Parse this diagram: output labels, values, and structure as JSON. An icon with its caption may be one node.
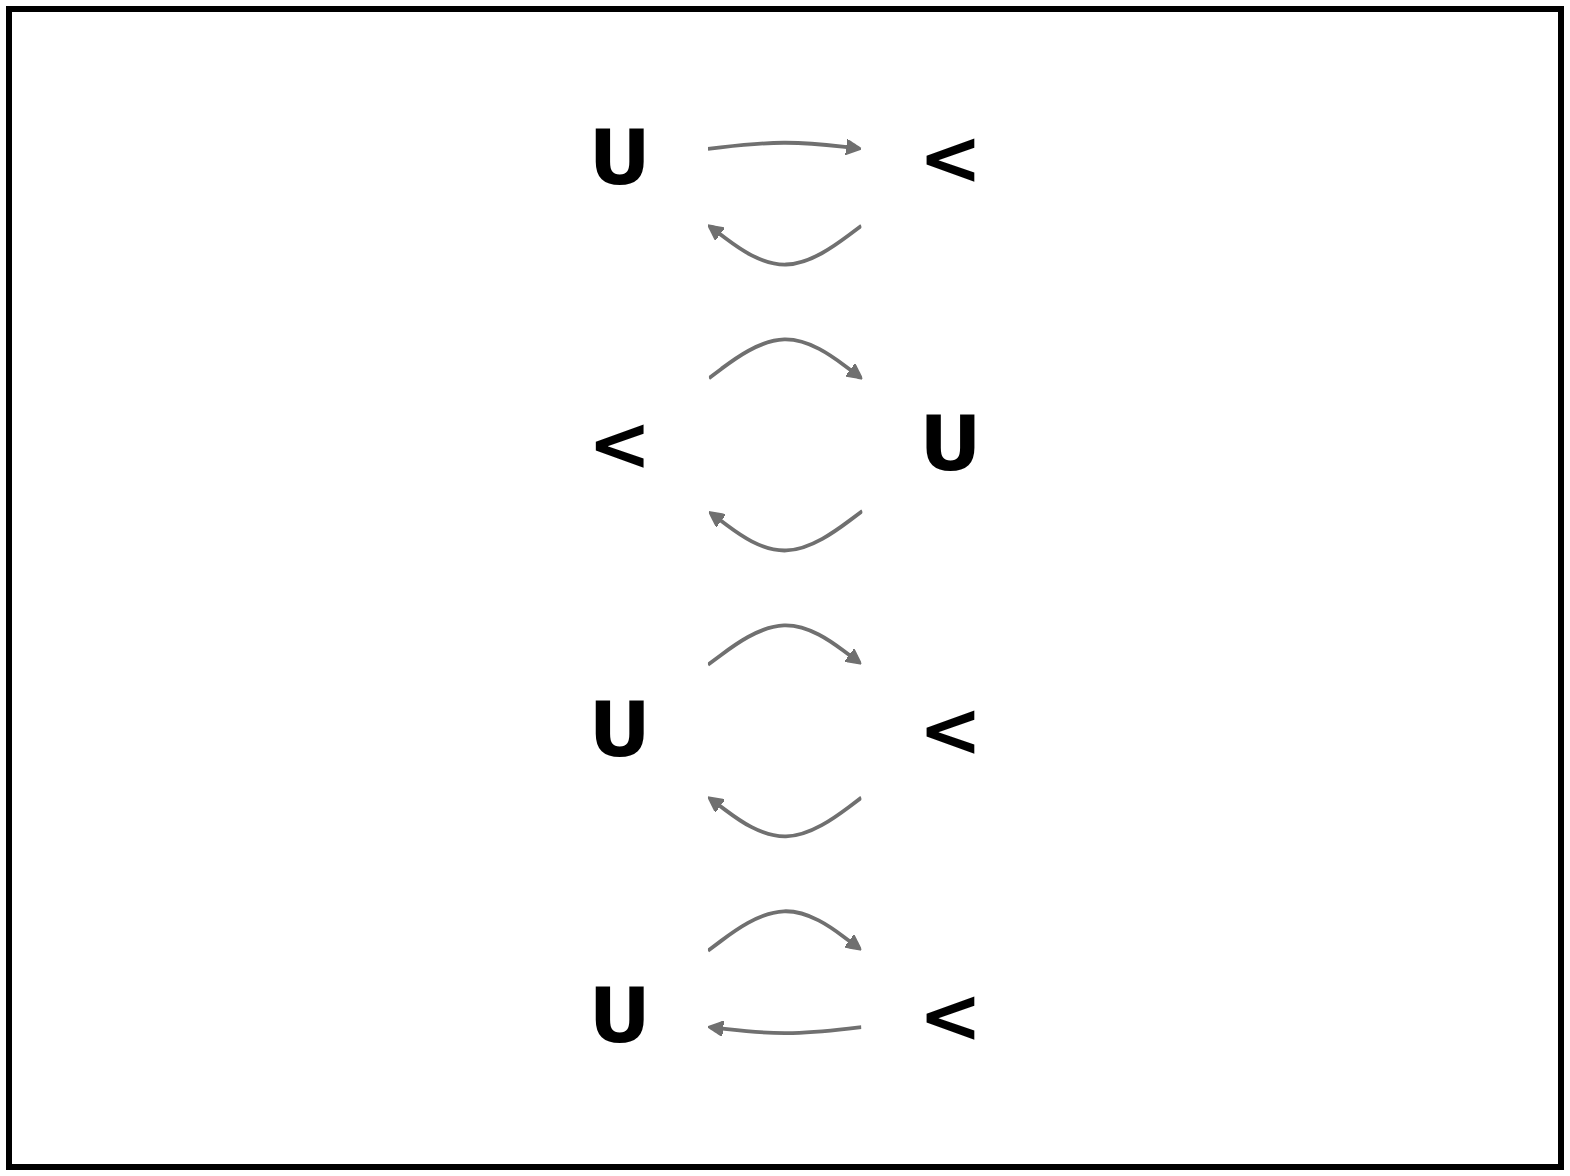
{
  "diagram": {
    "nodes": [
      {
        "text": [
          "U"
        ]
      },
      {
        "text": [
          "<"
        ]
      },
      {
        "text": [
          "<"
        ]
      },
      {
        "text": [
          "U"
        ]
      },
      {
        "text": [
          "<"
        ]
      },
      {
        "text": [
          "U"
        ]
      },
      {
        "text": [
          "<"
        ]
      },
      {
        "text": [
          "U"
        ]
      }
    ],
    "edges": [
      {
        "from": 0,
        "to": 2,
        "arrow": "to"
      },
      {
        "from": 2,
        "to": 0,
        "arrow": "to"
      },
      {
        "from": 3,
        "to": 4,
        "arrow": "to"
      },
      {
        "from": 4,
        "to": 3,
        "arrow": "to"
      },
      {
        "from": 6,
        "to": 5,
        "arrow": "to"
      },
      {
        "from": 5,
        "to": 6,
        "arrow": "to"
      },
      {
        "from": 7,
        "to": 1,
        "arrow": "to"
      },
      {
        "from": 1,
        "to": 7,
        "arrow": "to"
      }
    ]
  }
}
